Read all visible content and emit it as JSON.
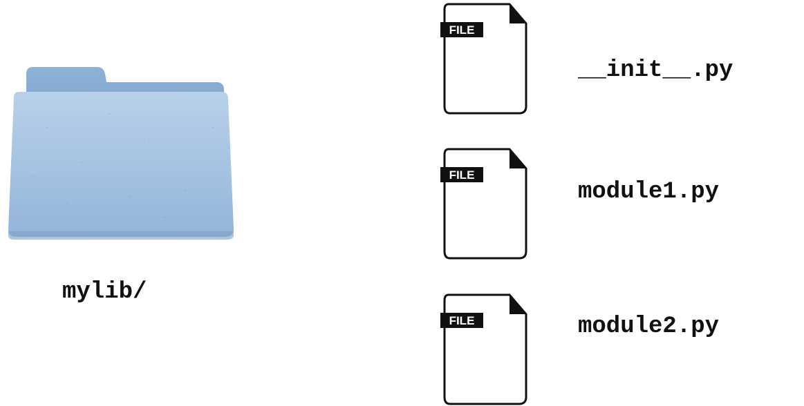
{
  "folder": {
    "name": "mylib/",
    "icon": "folder-icon",
    "color": "#a9c6e2"
  },
  "files": [
    {
      "name": "__init__.py",
      "badge": "FILE",
      "icon": "file-icon"
    },
    {
      "name": "module1.py",
      "badge": "FILE",
      "icon": "file-icon"
    },
    {
      "name": "module2.py",
      "badge": "FILE",
      "icon": "file-icon"
    }
  ]
}
